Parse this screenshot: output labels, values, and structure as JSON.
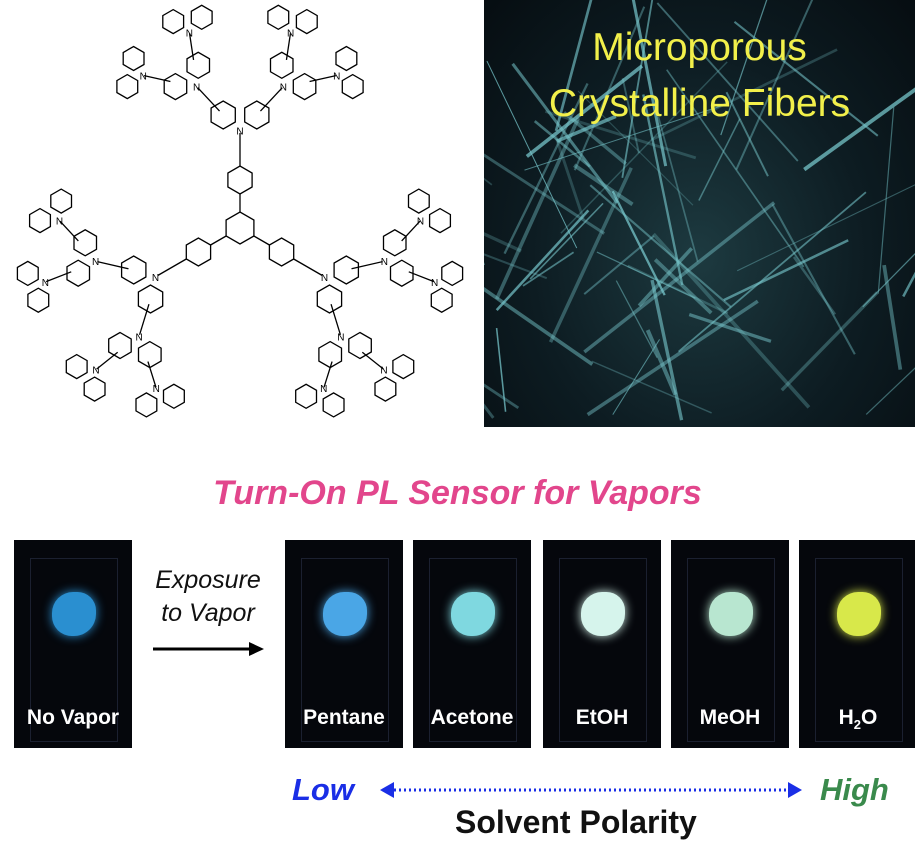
{
  "molecule": {
    "atom_label": "N"
  },
  "photo": {
    "title_line1": "Microporous",
    "title_line2": "Crystalline Fibers"
  },
  "title": "Turn-On PL Sensor for Vapors",
  "exposure": {
    "line1": "Exposure",
    "line2": "to Vapor"
  },
  "samples": [
    {
      "label": "No Vapor",
      "color": "#2a8fd0"
    },
    {
      "label": "Pentane",
      "color": "#4aa6e6"
    },
    {
      "label": "Acetone",
      "color": "#7fd8e0"
    },
    {
      "label": "EtOH",
      "color": "#d6f4ec"
    },
    {
      "label": "MeOH",
      "color": "#b8e6d0"
    },
    {
      "label": "H",
      "sub": "2",
      "label_end": "O",
      "color": "#d8e84a"
    }
  ],
  "polarity": {
    "low": "Low",
    "high": "High",
    "label": "Solvent Polarity",
    "low_color": "#1a2ee6",
    "high_color": "#3a8a4c"
  }
}
